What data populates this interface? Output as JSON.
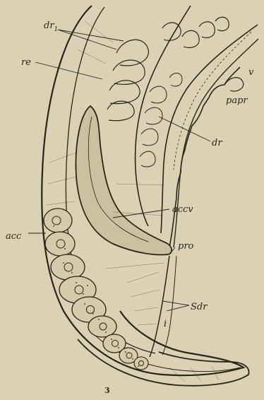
{
  "figure": {
    "background": "#d9d2b4",
    "ink": "#2a2518",
    "labels": {
      "dr1": "dr",
      "dr1_sub": "1",
      "re": "re",
      "v": "v",
      "papr": "papr",
      "dr": "dr",
      "accv": "accv",
      "acc": "acc",
      "pro": "pro",
      "sdr": "Sdr",
      "i": "i",
      "number": "3"
    }
  }
}
